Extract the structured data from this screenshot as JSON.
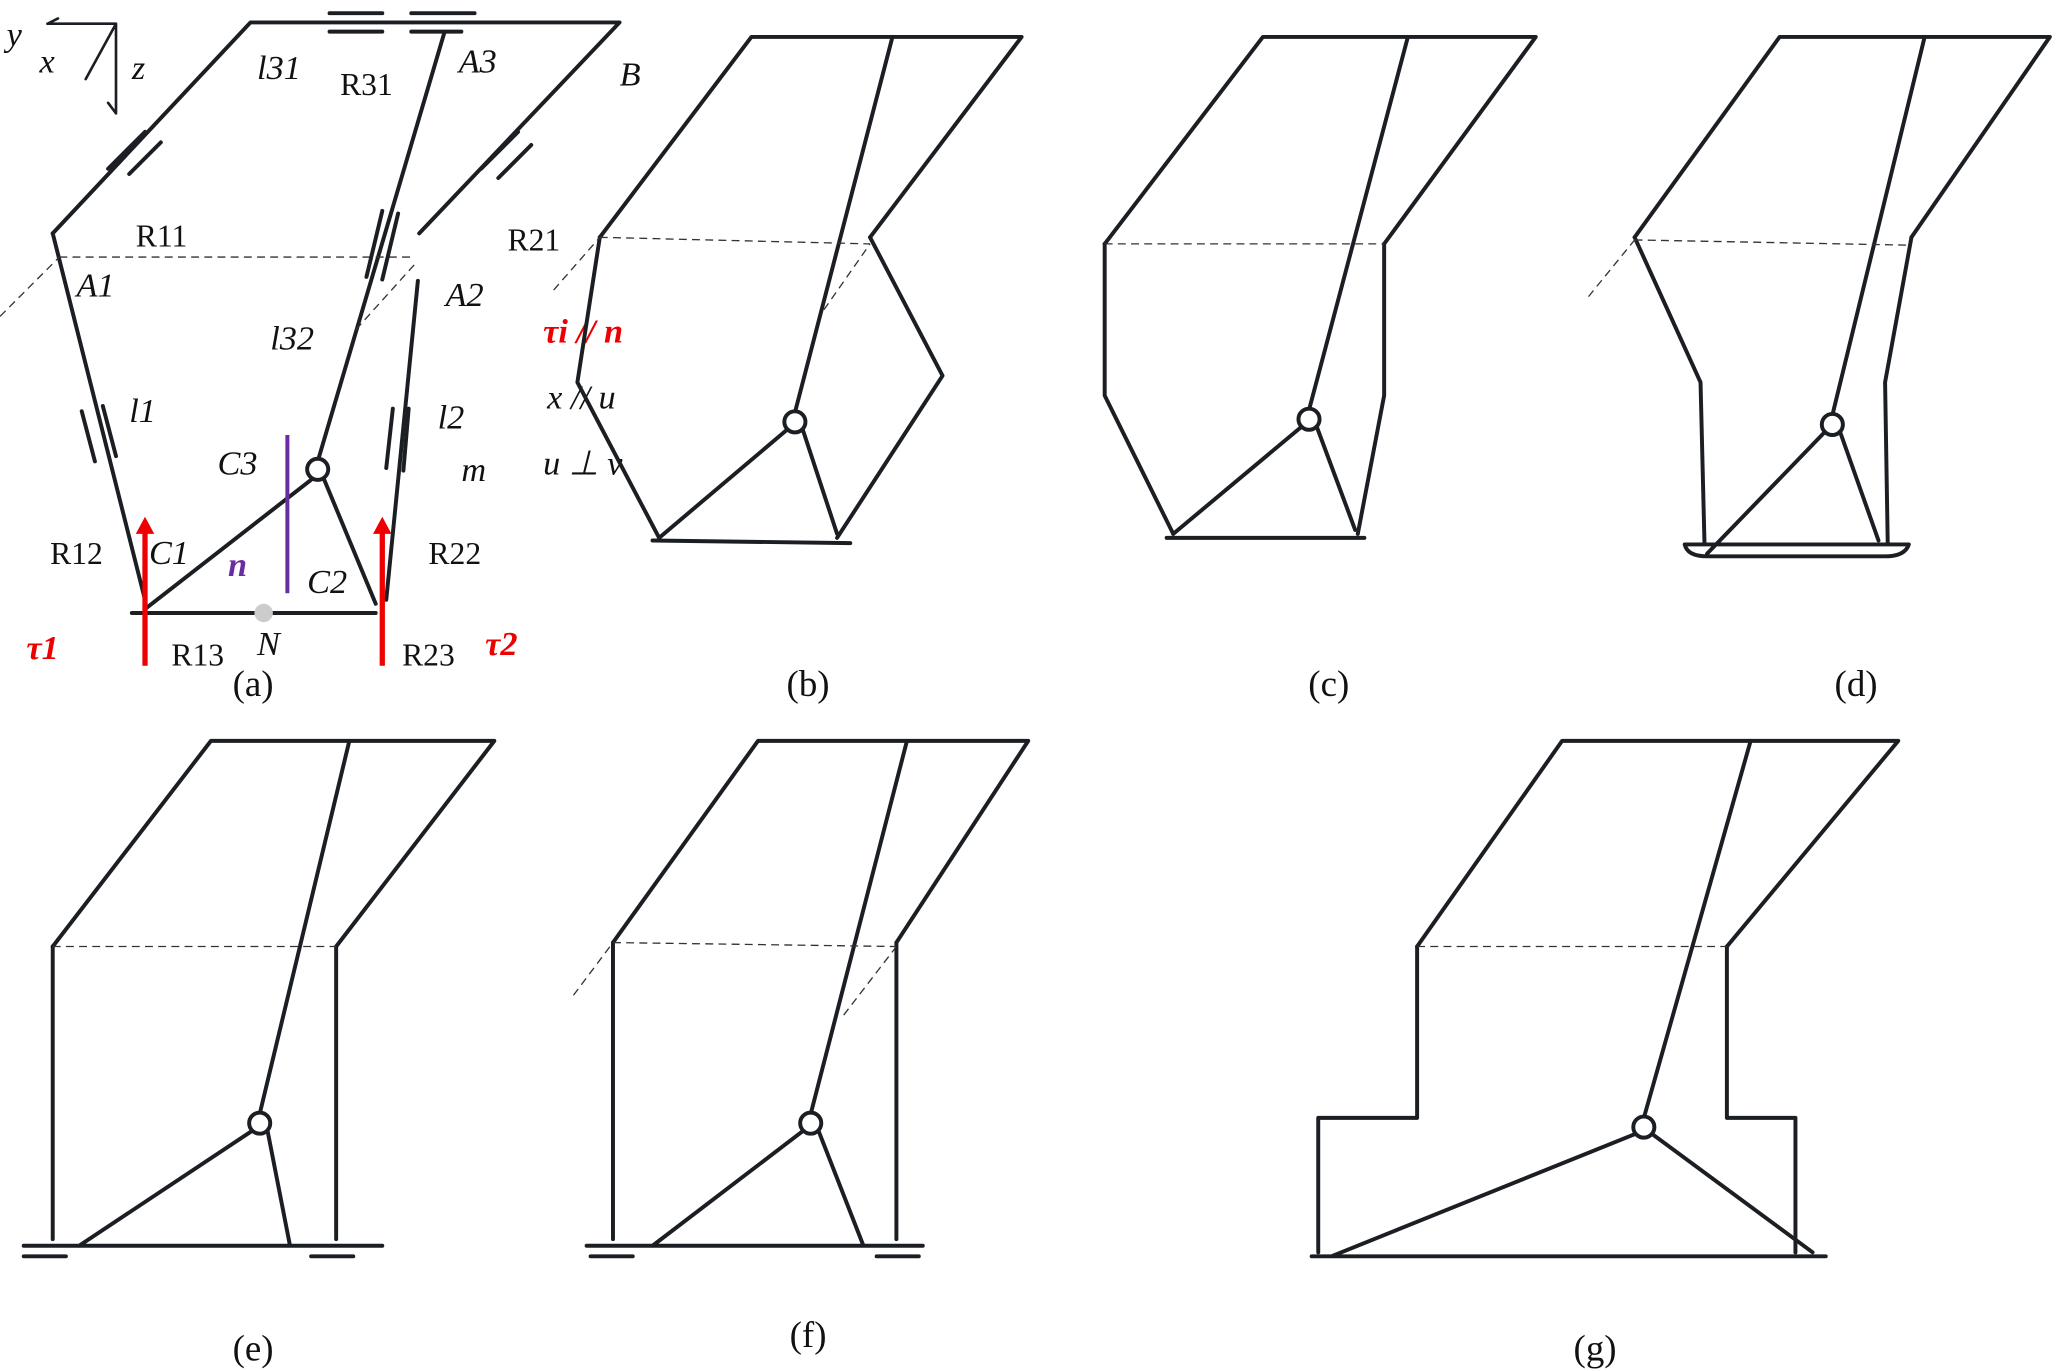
{
  "panel_a": {
    "axes": {
      "y": "y",
      "x": "x",
      "z": "z"
    },
    "labels": {
      "l31": "l31",
      "R31": "R31",
      "A3": "A3",
      "B": "B",
      "R11": "R11",
      "A1": "A1",
      "R21": "R21",
      "A2": "A2",
      "l32": "l32",
      "l1": "l1",
      "l2": "l2",
      "C3": "C3",
      "m": "m",
      "R12": "R12",
      "C1": "C1",
      "n": "n",
      "C2": "C2",
      "R22": "R22",
      "tau1": "τ1",
      "R13": "R13",
      "N": "N",
      "R23": "R23",
      "tau2": "τ2"
    },
    "relations": [
      "τi // n",
      "x // u",
      "u ⊥ v"
    ]
  },
  "captions": [
    "(a)",
    "(b)",
    "(c)",
    "(d)",
    "(e)",
    "(f)",
    "(g)"
  ],
  "colors": {
    "force": "#e00000",
    "normal": "#6a2ca0",
    "link": "#1b1f24"
  }
}
